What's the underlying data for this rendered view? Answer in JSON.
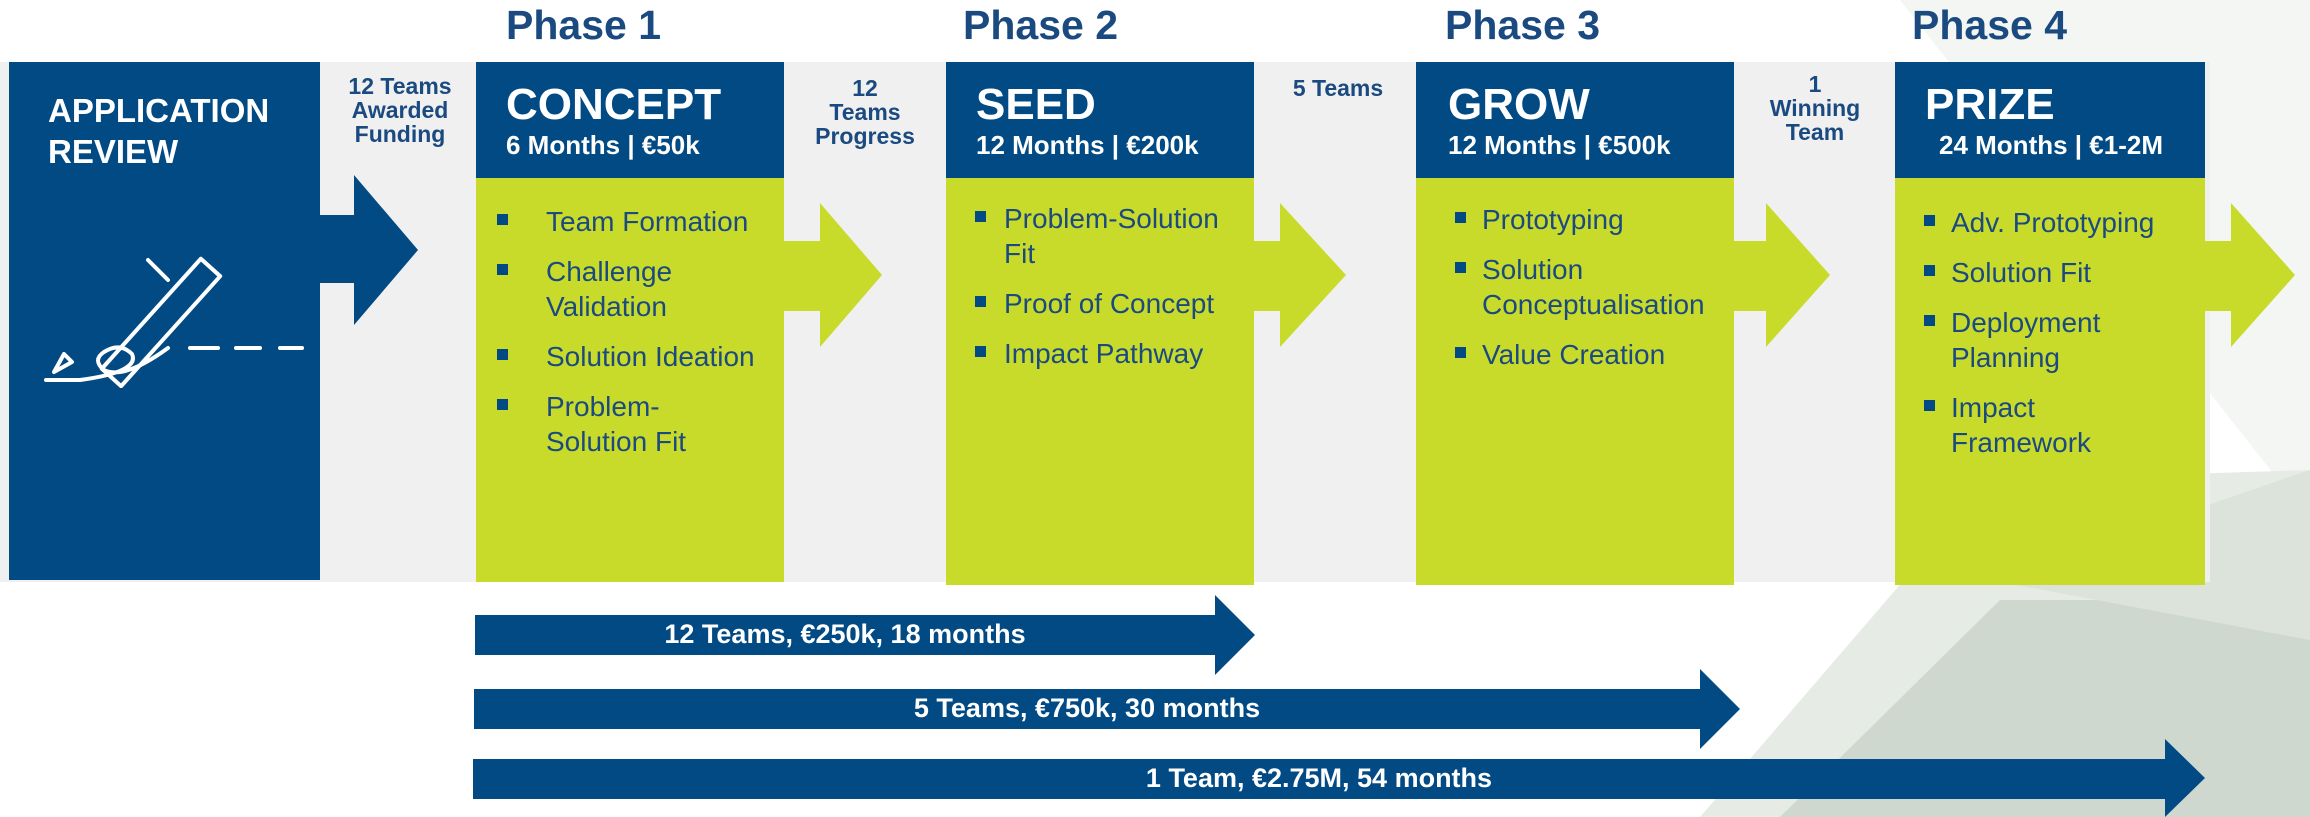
{
  "phases": [
    {
      "label": "Phase 1"
    },
    {
      "label": "Phase 2"
    },
    {
      "label": "Phase 3"
    },
    {
      "label": "Phase 4"
    }
  ],
  "application_review": {
    "line1": "APPLICATION",
    "line2": "REVIEW",
    "icon": "pen-signature-icon"
  },
  "transitions": [
    {
      "lines": [
        "12 Teams",
        "Awarded",
        "Funding"
      ]
    },
    {
      "lines": [
        "12",
        "Teams",
        "Progress"
      ]
    },
    {
      "lines": [
        "5 Teams"
      ]
    },
    {
      "lines": [
        "1",
        "Winning",
        "Team"
      ]
    }
  ],
  "stages": [
    {
      "name": "CONCEPT",
      "subtitle": "6 Months | €50k",
      "items": [
        [
          "Team Formation"
        ],
        [
          "Challenge",
          "Validation"
        ],
        [
          "Solution Ideation"
        ],
        [
          "Problem-",
          "Solution Fit"
        ]
      ]
    },
    {
      "name": "SEED",
      "subtitle": "12 Months | €200k",
      "items": [
        [
          "Problem-Solution",
          "Fit"
        ],
        [
          "Proof of Concept"
        ],
        [
          "Impact Pathway"
        ]
      ]
    },
    {
      "name": "GROW",
      "subtitle": "12 Months | €500k",
      "items": [
        [
          "Prototyping"
        ],
        [
          "Solution",
          "Conceptualisation"
        ],
        [
          "Value Creation"
        ]
      ]
    },
    {
      "name": "PRIZE",
      "subtitle": "24 Months | €1-2M",
      "items": [
        [
          "Adv. Prototyping"
        ],
        [
          "Solution Fit"
        ],
        [
          "Deployment",
          "Planning"
        ],
        [
          "Impact",
          "Framework"
        ]
      ]
    }
  ],
  "ranges": [
    {
      "label": "12 Teams, €250k, 18 months"
    },
    {
      "label": "5 Teams, €750k, 30 months"
    },
    {
      "label": "1 Team, €2.75M, 54 months"
    }
  ],
  "colors": {
    "navy": "#024a84",
    "lime": "#c8db2b",
    "band_gray": "#f0f0f0",
    "text_navy": "#1b4a80",
    "background_shape": "#cfd8cf"
  }
}
